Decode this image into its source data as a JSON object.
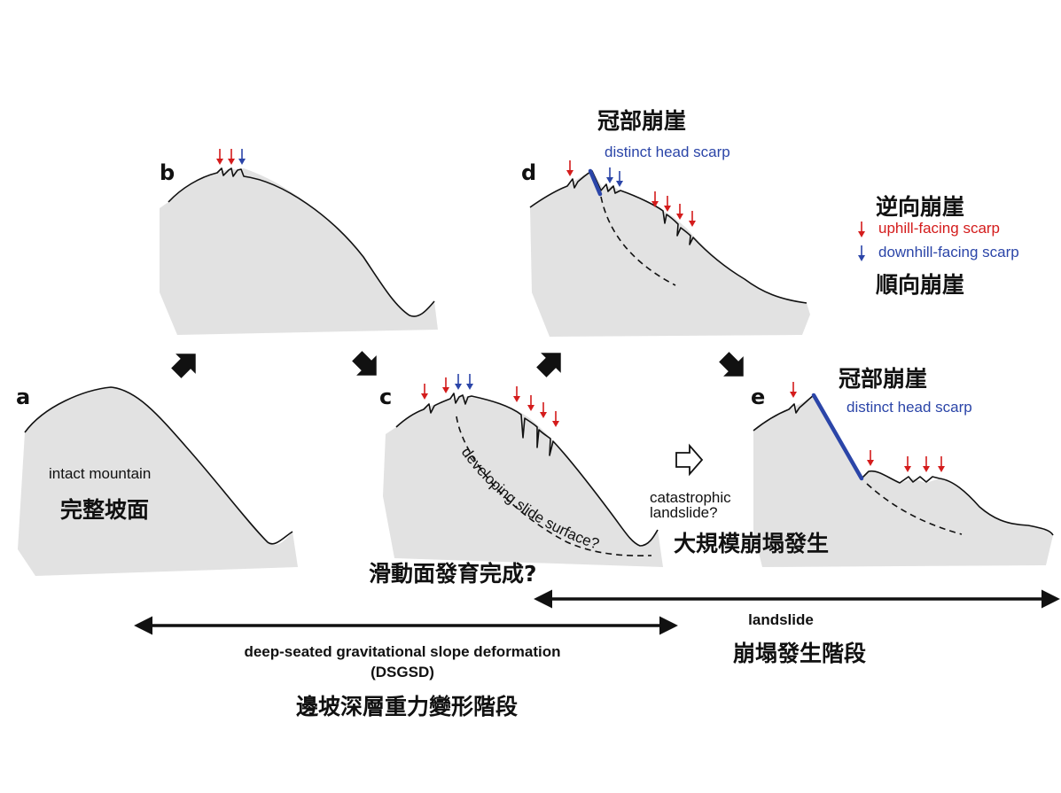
{
  "panels": {
    "a": "a",
    "b": "b",
    "c": "c",
    "d": "d",
    "e": "e"
  },
  "labels": {
    "intact_en": "intact mountain",
    "intact_zh": "完整坡面",
    "developing_slide_surface": "developing slide surface?",
    "slide_complete_zh": "滑動面發育完成?",
    "head_scarp_zh": "冠部崩崖",
    "head_scarp_en": "distinct head scarp",
    "catastrophic_line1": "catastrophic",
    "catastrophic_line2": "landslide?",
    "large_collapse_zh": "大規模崩塌發生"
  },
  "legend": {
    "uphill_zh": "逆向崩崖",
    "uphill_en": "uphill-facing scarp",
    "downhill_en": "downhill-facing scarp",
    "downhill_zh": "順向崩崖"
  },
  "timeline": {
    "dsgsd_line1": "deep-seated gravitational slope deformation",
    "dsgsd_line2": "(DSGSD)",
    "dsgsd_zh": "邊坡深層重力變形階段",
    "landslide_en": "landslide",
    "landslide_zh": "崩塌發生階段"
  },
  "colors": {
    "uphill": "#d41c1c",
    "downhill": "#2b45a8",
    "shape_fill": "#e2e2e2"
  }
}
